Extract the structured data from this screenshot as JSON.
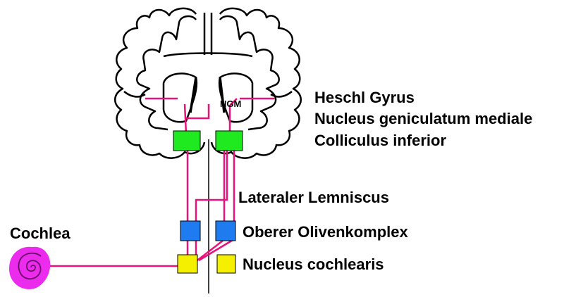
{
  "labels": {
    "heschl": "Heschl Gyrus",
    "ngm_full": "Nucleus geniculatum mediale",
    "colliculus": "Colliculus inferior",
    "lemniscus": "Lateraler Lemniscus",
    "olive": "Oberer Olivenkomplex",
    "cochlear_nucleus": "Nucleus cochlearis",
    "cochlea": "Cochlea",
    "ngm_abbrev": "NGM"
  },
  "colors": {
    "pathway": "#e8137a",
    "colliculus_box": "#1fea1f",
    "olive_box": "#1e7cf0",
    "cochlear_box": "#f5f000",
    "cochlea_fill": "#ec2cec",
    "outline": "#000000"
  }
}
